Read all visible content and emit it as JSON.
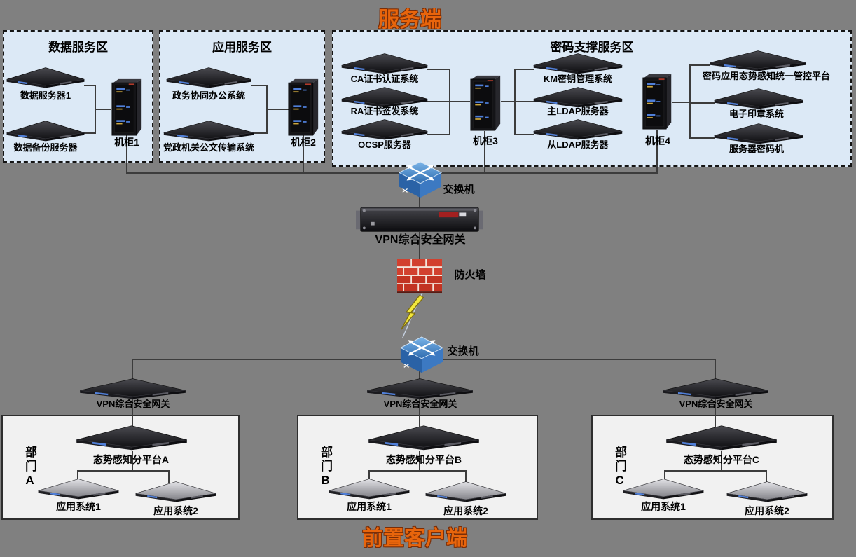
{
  "diagram": {
    "title_top": "服务端",
    "title_bottom": "前置客户端",
    "colors": {
      "background": "#808080",
      "zone_fill": "#dce9f6",
      "dept_fill": "#f1f1f1",
      "accent_orange": "#e8650c",
      "cable": "#3c3c3c"
    }
  },
  "zones": {
    "data_zone": {
      "title": "数据服务区",
      "servers": [
        "数据服务器1",
        "数据备份服务器"
      ],
      "cabinet": "机柜1"
    },
    "app_zone": {
      "title": "应用服务区",
      "servers": [
        "政务协同办公系统",
        "党政机关公文传输系统"
      ],
      "cabinet": "机柜2"
    },
    "crypto_zone": {
      "title": "密码支撑服务区",
      "pki_servers": [
        "CA证书认证系统",
        "RA证书签发系统",
        "OCSP服务器"
      ],
      "cabinet_left": "机柜3",
      "key_servers": [
        "KM密钥管理系统",
        "主LDAP服务器",
        "从LDAP服务器"
      ],
      "cabinet_right": "机柜4",
      "mgmt_servers": [
        "密码应用态势感知统一管控平台",
        "电子印章系统",
        "服务器密码机"
      ]
    }
  },
  "core": {
    "switch_top": "交换机",
    "vpn_gateway": "VPN综合安全网关",
    "firewall": "防火墙",
    "switch_bottom": "交换机"
  },
  "departments": [
    {
      "name": "部门A",
      "gateway": "VPN综合安全网关",
      "platform": "态势感知分平台A",
      "apps": [
        "应用系统1",
        "应用系统2"
      ]
    },
    {
      "name": "部门B",
      "gateway": "VPN综合安全网关",
      "platform": "态势感知分平台B",
      "apps": [
        "应用系统1",
        "应用系统2"
      ]
    },
    {
      "name": "部门C",
      "gateway": "VPN综合安全网关",
      "platform": "态势感知分平台C",
      "apps": [
        "应用系统1",
        "应用系统2"
      ]
    }
  ]
}
